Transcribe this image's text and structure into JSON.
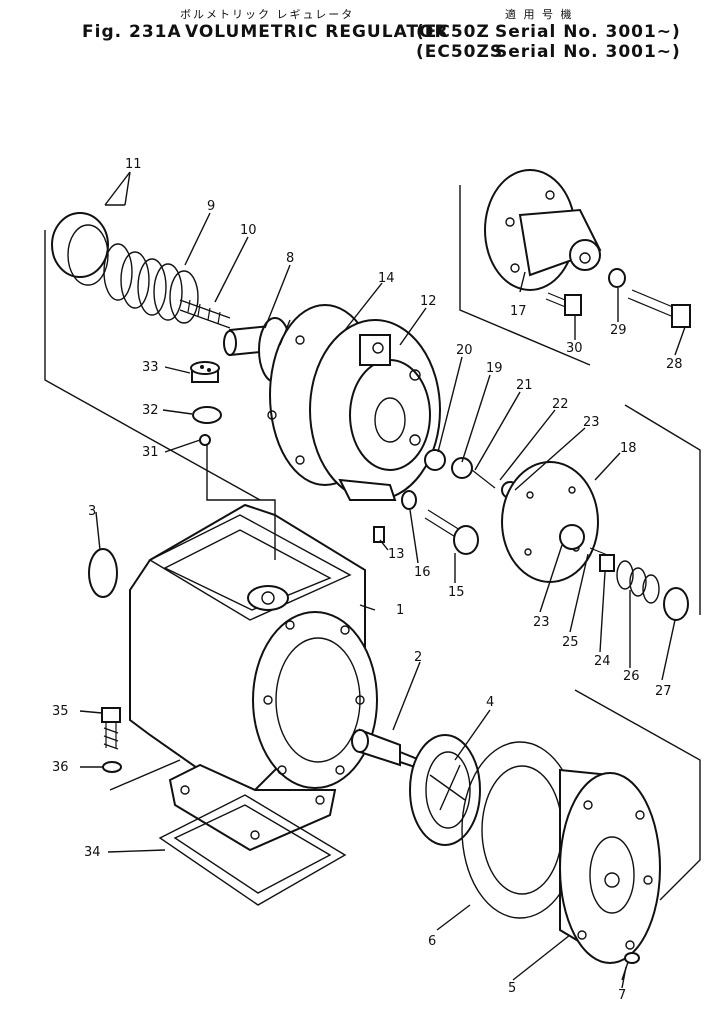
{
  "header": {
    "fig_label": "Fig. 231A",
    "title_jp": "ボルメトリック レギュレータ",
    "title_en": "VOLUMETRIC REGULATOR",
    "applicable_jp": "適 用 号 機",
    "model_1": "(EC50Z",
    "serial_1": "Serial No. 3001~)",
    "model_2": "(EC50ZS",
    "serial_2": "Serial No. 3001~)"
  },
  "callouts": [
    "1",
    "2",
    "3",
    "4",
    "5",
    "6",
    "7",
    "8",
    "9",
    "10",
    "11",
    "12",
    "13",
    "14",
    "15",
    "16",
    "17",
    "18",
    "19",
    "20",
    "21",
    "22",
    "23",
    "23",
    "24",
    "25",
    "26",
    "27",
    "28",
    "29",
    "30",
    "31",
    "32",
    "33",
    "34",
    "35",
    "36"
  ]
}
